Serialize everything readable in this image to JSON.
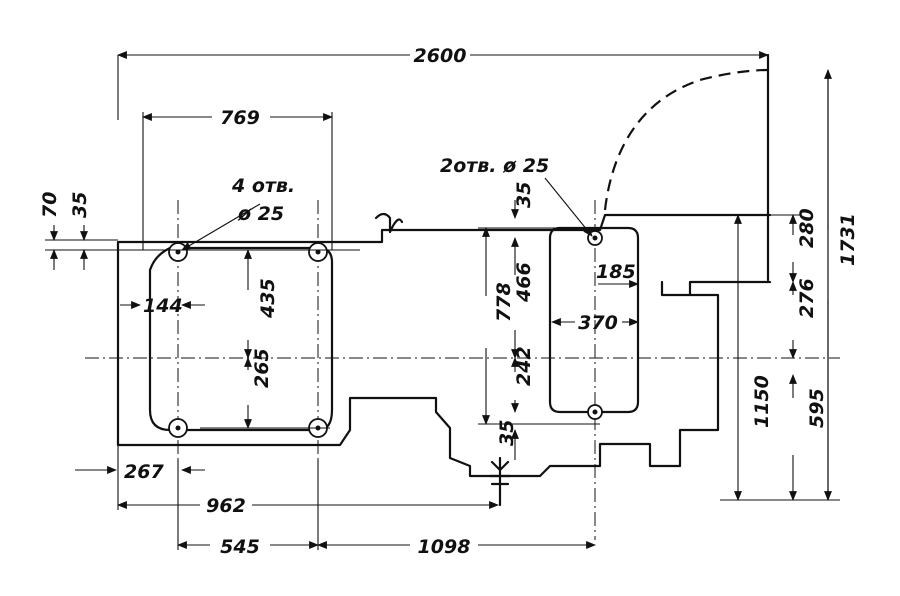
{
  "colors": {
    "ink": "#111111",
    "paper": "#ffffff"
  },
  "dimensions": {
    "overall_length": "2600",
    "left_hole_spacing_top": "769",
    "left_holes_note": "4 отв.",
    "left_holes_dia": "ø 25",
    "right_holes_note": "2отв. ø 25",
    "offset_70": "70",
    "offset_35_left": "35",
    "offset_35_right_top": "35",
    "offset_35_right_bottom": "35",
    "dim_144": "144",
    "dim_435": "435",
    "dim_265": "265",
    "dim_778": "778",
    "dim_466": "466",
    "dim_242": "242",
    "dim_370": "370",
    "dim_185": "185",
    "dim_280": "280",
    "dim_276": "276",
    "dim_1731": "1731",
    "dim_1150": "1150",
    "dim_595": "595",
    "dim_267": "267",
    "dim_962": "962",
    "dim_545": "545",
    "dim_1098": "1098"
  }
}
